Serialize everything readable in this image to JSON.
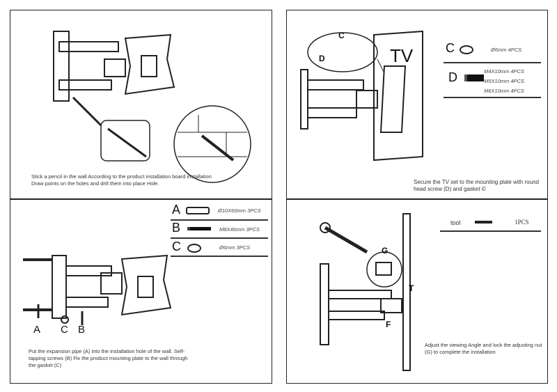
{
  "step1": {
    "text": "Stick a pencil in the wall According to the product installation board installation Draw points on the holes and drill them into place Hole."
  },
  "step2": {
    "tv_label": "TV",
    "callout_c": "C",
    "callout_d": "D",
    "parts": [
      {
        "letter": "C",
        "specs": [
          "Ø6mm  4PCS"
        ]
      },
      {
        "letter": "D",
        "specs": [
          "M4X10mm  4PCS",
          "M5X10mm  4PCS",
          "M6X10mm  4PCS"
        ]
      }
    ],
    "text": "Secure the TV set to the mounting plate with round head screw (D) and gasket ©"
  },
  "step3": {
    "parts": [
      {
        "letter": "A",
        "spec": "Ø10X60mm  3PCS"
      },
      {
        "letter": "B",
        "spec": "M8X46mm  3PCS"
      },
      {
        "letter": "C",
        "spec": "Ø6mm  3PCS"
      }
    ],
    "bottom_labels": [
      "A",
      "C",
      "B"
    ],
    "text": "Put the expansion pipe (A) into the installation hole of the wall. Self-tapping screws (B) Fix the product mounting plate to the wall through the gasket (C)"
  },
  "step4": {
    "tool_label": "tool",
    "tool_qty": "1PCS",
    "callout_g": "G",
    "callout_t": "T",
    "callout_f": "F",
    "text": "Adjust the viewing Angle and lock the adjusting nut (G) to complete the installation"
  }
}
